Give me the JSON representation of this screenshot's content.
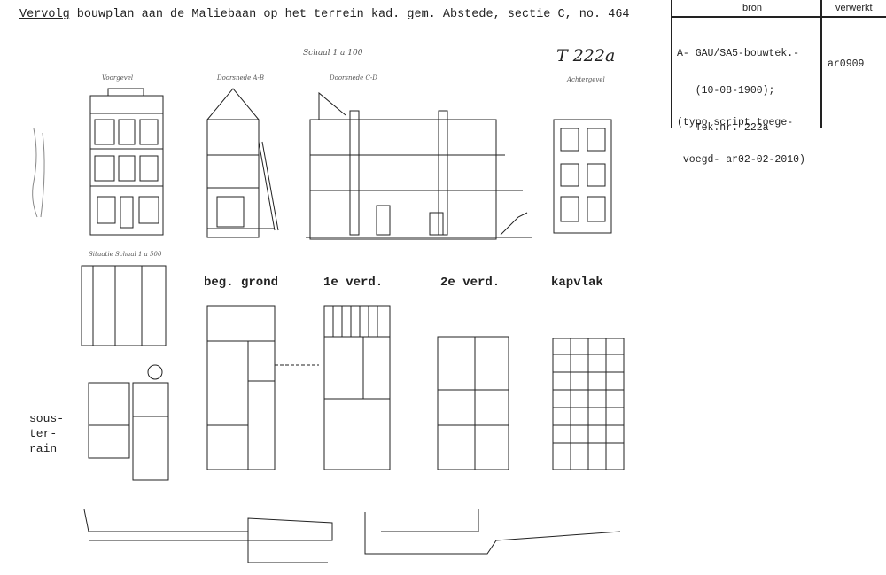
{
  "title": {
    "underlined": "Vervolg",
    "rest": " bouwplan aan de Maliebaan op het terrein kad. gem. Abstede, sectie C, no. 464"
  },
  "scale_note": "Schaal 1 a 100",
  "drawing_number": "T 222a",
  "table": {
    "headers": {
      "bron": "bron",
      "verwerkt": "verwerkt"
    },
    "bron_lines": [
      "A- GAU/SA5-bouwtek.-",
      "   (10-08-1900);",
      "   Tek.nr. 222a"
    ],
    "verwerkt": "ar0909",
    "note_lines": [
      "(typo script toege-",
      " voegd- ar02-02-2010)"
    ]
  },
  "elevations": {
    "voorgevel": "Voorgevel",
    "doorsnede_ab": "Doorsnede A-B",
    "doorsnede_cd": "Doorsnede C-D",
    "achtergevel": "Achtergevel",
    "situatie": "Situatie Schaal 1 a 500"
  },
  "plans": {
    "beg_grond": "beg. grond",
    "eerste_verd": "1e verd.",
    "tweede_verd": "2e verd.",
    "kapvlak": "kapvlak",
    "sousterrain": [
      "sous-",
      "ter-",
      "rain"
    ]
  },
  "colors": {
    "ink": "#222222",
    "paper": "#ffffff"
  }
}
